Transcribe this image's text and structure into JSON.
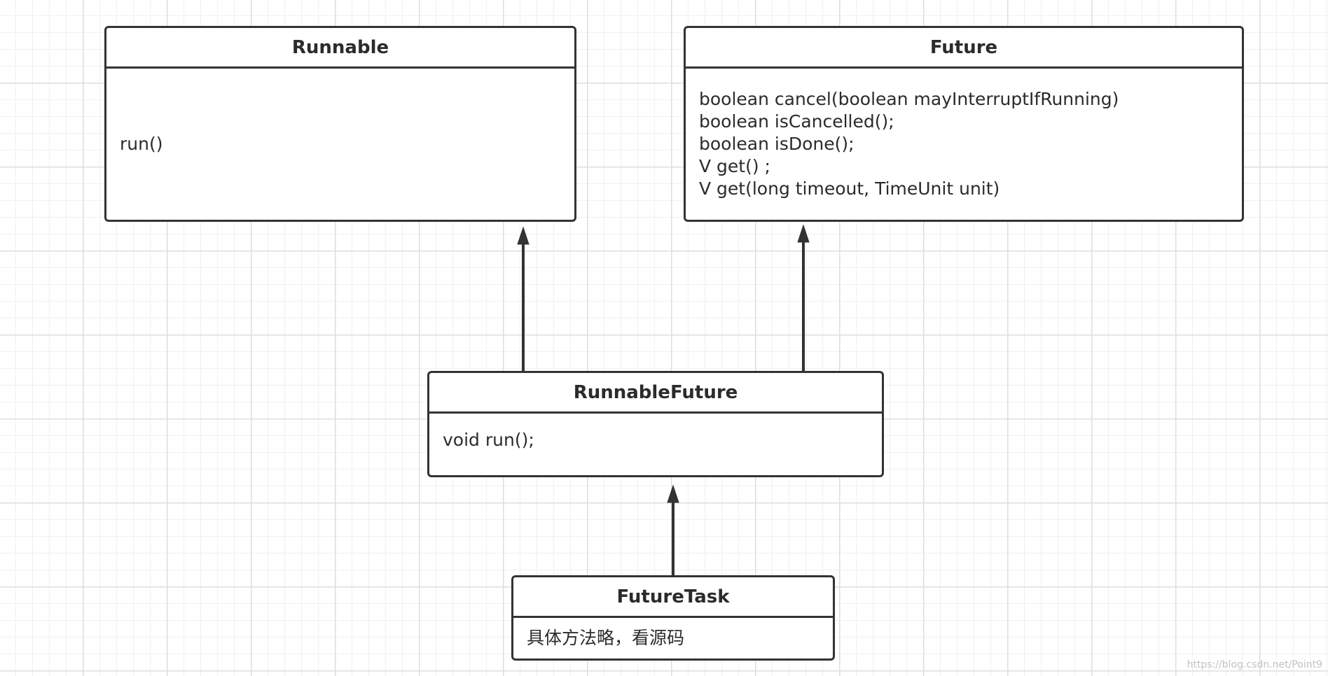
{
  "diagram": {
    "classes": [
      {
        "id": "runnable",
        "name": "Runnable",
        "methods": [
          "run()"
        ]
      },
      {
        "id": "future",
        "name": "Future",
        "methods": [
          "boolean cancel(boolean mayInterruptIfRunning)",
          "boolean isCancelled();",
          "boolean isDone();",
          "V get() ;",
          "V get(long timeout, TimeUnit unit)"
        ]
      },
      {
        "id": "runnablefuture",
        "name": "RunnableFuture",
        "methods": [
          "void run();"
        ]
      },
      {
        "id": "futuretask",
        "name": "FutureTask",
        "methods": [
          "具体方法略，看源码"
        ]
      }
    ],
    "relations": [
      {
        "from": "runnablefuture",
        "to": "runnable",
        "type": "generalization"
      },
      {
        "from": "runnablefuture",
        "to": "future",
        "type": "generalization"
      },
      {
        "from": "futuretask",
        "to": "runnablefuture",
        "type": "generalization"
      }
    ],
    "watermark": "https://blog.csdn.net/Point9"
  },
  "colors": {
    "border": "#333333",
    "text": "#2b2b2b",
    "background": "#ffffff",
    "grid_minor": "#f0f0f0",
    "grid_major": "#dedede"
  }
}
